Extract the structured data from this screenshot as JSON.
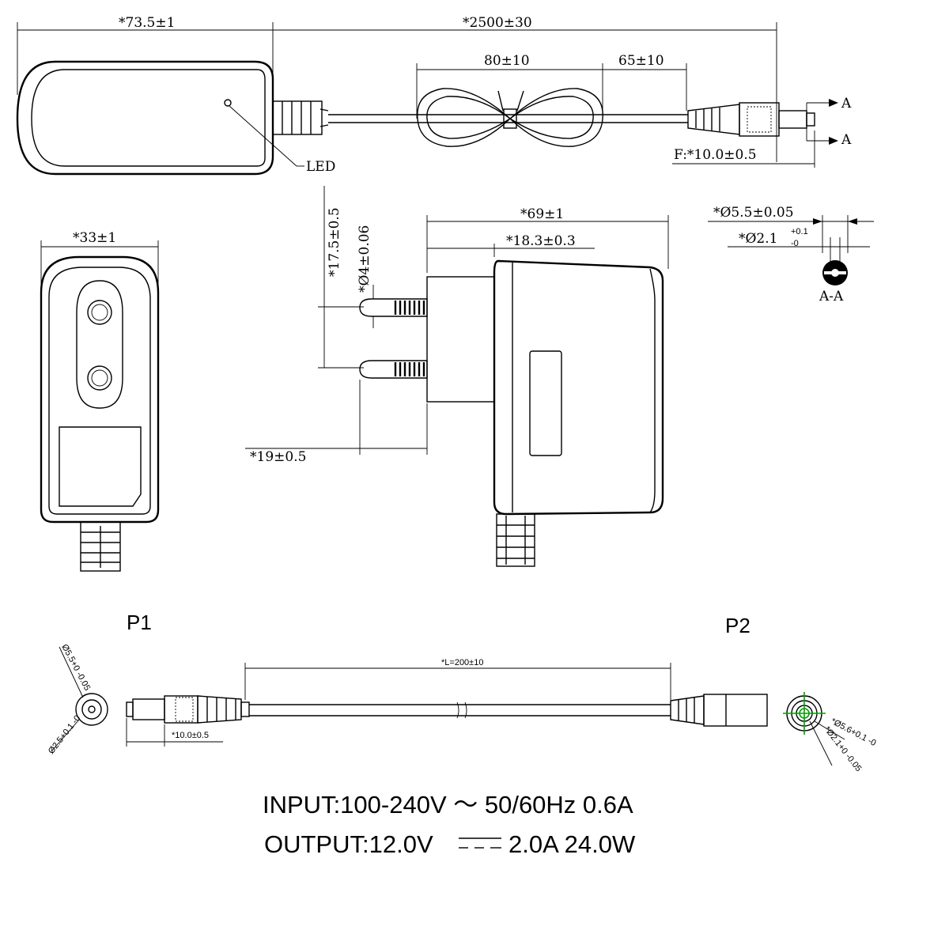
{
  "top_view": {
    "width_label": "*73.5±1",
    "cable_length_label": "*2500±30",
    "coil_length_label": "80±10",
    "coil_to_plug_label": "65±10",
    "led_label": "LED",
    "plug_tip_label": "F:*10.0±0.5",
    "section_marker_top": "A",
    "section_marker_bottom": "A"
  },
  "front_view": {
    "width_label": "*33±1"
  },
  "side_view": {
    "depth_label": "*69±1",
    "plug_base_label": "*18.3±0.3",
    "pin_spacing_label": "*17.5±0.5",
    "pin_diameter_label": "*Ø4±0.06",
    "pin_length_label": "*19±0.5"
  },
  "section_aa": {
    "outer_diameter_label": "*Ø5.5±0.05",
    "inner_diameter_label": "*Ø2.1",
    "inner_tolerance_upper": "+0.1",
    "inner_tolerance_lower": "-0",
    "title": "A-A"
  },
  "adapter_cable": {
    "p1_label": "P1",
    "p2_label": "P2",
    "length_label": "*L=200±10",
    "tip_length_label": "*10.0±0.5",
    "p1_outer_label": "Ø5.5+0 -0.05",
    "p1_inner_label": "Ø2.5+0.1 -0",
    "p2_outer_label": "*Ø5.6+0.1 -0",
    "p2_inner_label": "*Ø2.1+0 -0.05"
  },
  "specs": {
    "input_line": "INPUT:100-240V ～ 50/60Hz  0.6A",
    "output_prefix": "OUTPUT:12.0V",
    "output_suffix": "2.0A  24.0W"
  }
}
